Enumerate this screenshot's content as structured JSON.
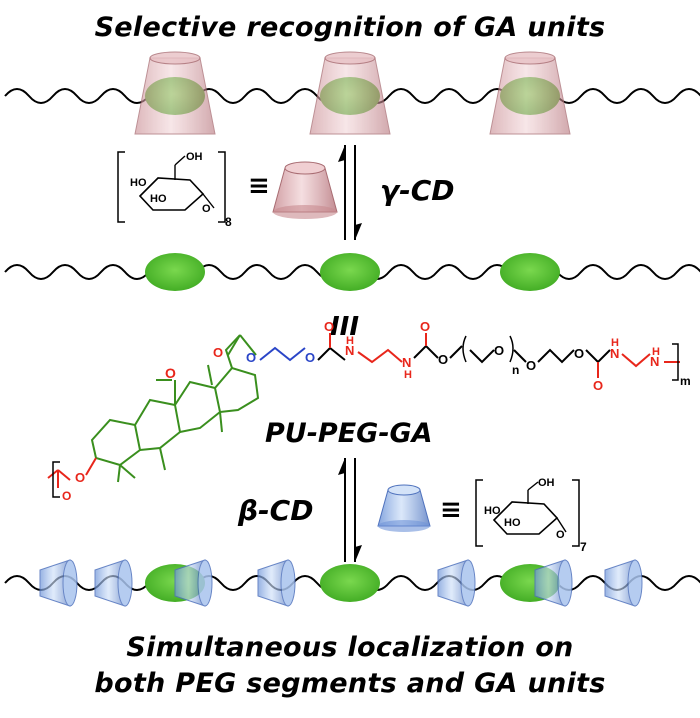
{
  "titles": {
    "top": "Selective recognition of GA units",
    "bottom_line1": "Simultaneous localization on",
    "bottom_line2": "both PEG segments and GA units"
  },
  "labels": {
    "gamma_cd": "γ-CD",
    "beta_cd": "β-CD",
    "polymer": "PU-PEG-GA",
    "equiv": "≡",
    "triple_bar": "III"
  },
  "structure_labels": {
    "gamma_repeat": "8",
    "beta_repeat": "7",
    "ho1": "HO",
    "ho2": "HO",
    "oh": "OH",
    "o_ring": "O",
    "n_index": "n",
    "m_index": "m",
    "o": "O",
    "h": "H",
    "n_atom": "N"
  },
  "colors": {
    "ga_unit": "#5cc43a",
    "gamma_cd": "#d9a7ab",
    "beta_cd": "#8fb2e8",
    "chain": "#000000",
    "red_atoms": "#e8261b",
    "blue_link": "#2a45c8",
    "green_steroid": "#3a8f1e"
  }
}
